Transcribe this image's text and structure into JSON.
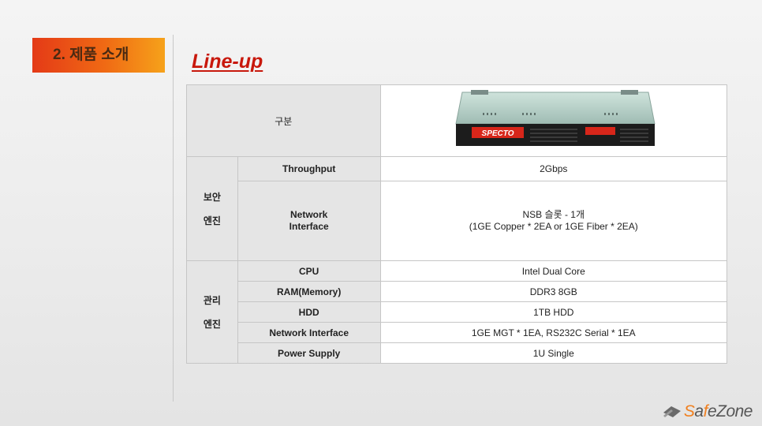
{
  "header": {
    "section_label": "2. 제품 소개",
    "title": "Line-up"
  },
  "table": {
    "corner_label": "구분",
    "product_image": {
      "brand": "SPECTO"
    },
    "security_engine": {
      "category": [
        "보안",
        "엔진"
      ],
      "rows": [
        {
          "label": "Throughput",
          "value": [
            "2Gbps"
          ]
        },
        {
          "label": [
            "Network",
            "Interface"
          ],
          "value": [
            "NSB 슬롯 - 1개",
            "(1GE Copper * 2EA or 1GE Fiber * 2EA)"
          ]
        }
      ]
    },
    "management_engine": {
      "category": [
        "관리",
        "엔진"
      ],
      "rows": [
        {
          "label": "CPU",
          "value": "Intel Dual Core"
        },
        {
          "label": "RAM(Memory)",
          "value": "DDR3 8GB"
        },
        {
          "label": "HDD",
          "value": "1TB HDD"
        },
        {
          "label": "Network Interface",
          "value": "1GE MGT * 1EA, RS232C Serial * 1EA"
        },
        {
          "label": "Power Supply",
          "value": "1U Single"
        }
      ]
    }
  },
  "footer": {
    "logo_part1": "S",
    "logo_part2": "a",
    "logo_part3": "f",
    "logo_part4": "e",
    "logo_part5": "Zone"
  },
  "colors": {
    "badge_start": "#e43a17",
    "badge_end": "#f6a21a",
    "title_red": "#c8180c",
    "cell_gray": "#e5e5e5",
    "logo_orange": "#f08020"
  }
}
